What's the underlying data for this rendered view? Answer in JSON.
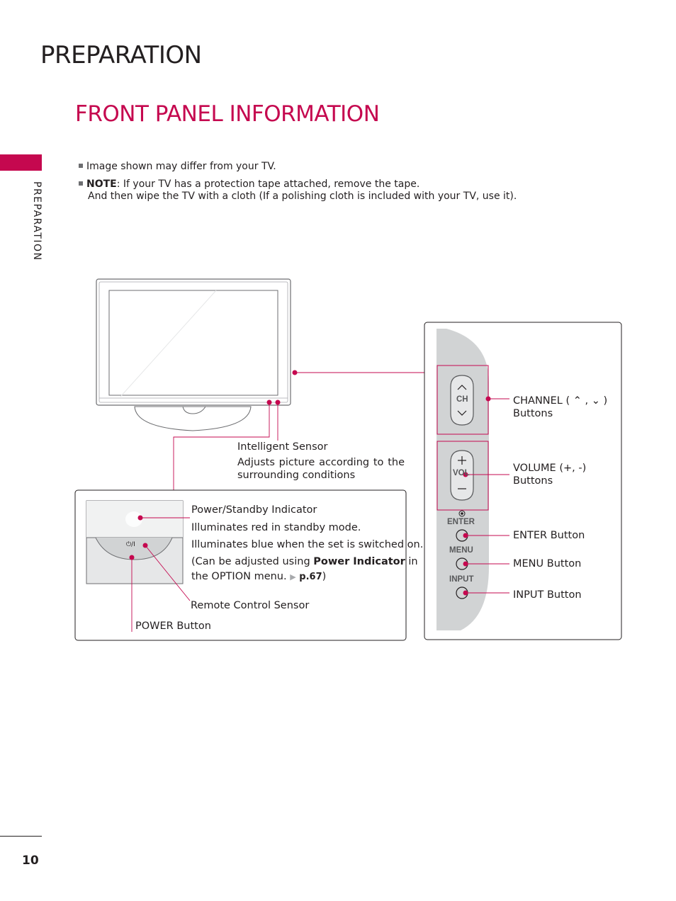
{
  "header": {
    "page_title": "PREPARATION",
    "section_title": "FRONT PANEL INFORMATION",
    "side_label": "PREPARATION"
  },
  "notes": {
    "bullet1": "Image shown may differ from your TV.",
    "note_label": "NOTE",
    "note_line1": ": If your TV has a protection tape attached, remove the tape.",
    "note_line2": "And then wipe the TV with a cloth (If a polishing cloth is included with your TV, use it)."
  },
  "sensor": {
    "title": "Intelligent Sensor",
    "desc": "Adjusts picture according to the surrounding conditions"
  },
  "indicator": {
    "title": "Power/Standby Indicator",
    "line1": "Illuminates red in standby mode.",
    "line2": "Illuminates blue when the set is switched on.",
    "line3_pre": "(Can be adjusted using",
    "line3_key": "Power Indicator",
    "line3_post": "in",
    "line4_pre": "the OPTION menu.",
    "line4_ref": "p.67",
    "line4_close": ")",
    "remote_sensor": "Remote Control Sensor",
    "power_button": "POWER Button",
    "power_symbol": "⏻/I"
  },
  "panel": {
    "ch_label": "CH",
    "vol_label": "VOL",
    "enter_label": "ENTER",
    "menu_label": "MENU",
    "input_label": "INPUT",
    "channel_title": "CHANNEL ( ⌃ , ⌄ )",
    "channel_sub": "Buttons",
    "volume_title": "VOLUME (+, -)",
    "volume_sub": "Buttons",
    "enter_text": "ENTER Button",
    "menu_text": "MENU Button",
    "input_text": "INPUT Button"
  },
  "footer": {
    "page_number": "10"
  },
  "colors": {
    "accent": "#c5084f",
    "text": "#231f20",
    "panel_gray": "#d1d3d4"
  }
}
